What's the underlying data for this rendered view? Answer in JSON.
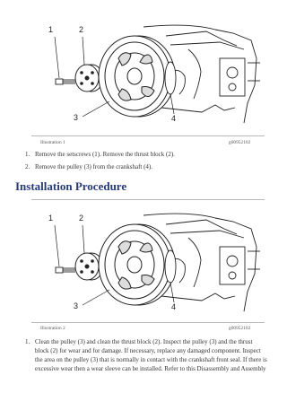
{
  "figure1": {
    "callouts": [
      "1",
      "2",
      "3",
      "4"
    ],
    "caption_left": "Illustration 1",
    "caption_right": "g00952102"
  },
  "removal_steps": [
    {
      "num": "1.",
      "text": "Remove the setscrews (1). Remove the thrust block (2)."
    },
    {
      "num": "2.",
      "text": "Remove the pulley (3) from the crankshaft (4)."
    }
  ],
  "section_heading": "Installation Procedure",
  "figure2": {
    "callouts": [
      "1",
      "2",
      "3",
      "4"
    ],
    "caption_left": "Illustration 2",
    "caption_right": "g00952102"
  },
  "installation_steps": [
    {
      "num": "1.",
      "lines": [
        "Clean the pulley (3) and clean the thrust block (2). Inspect the pulley (3) and the thrust",
        "block (2) for wear and for damage. If necessary, replace any damaged component. Inspect",
        "the area on the pulley (3) that is normally in contact with the crankshaft front seal. If there is",
        "excessive wear then a wear sleeve can be installed. Refer to this Disassembly and Assembly"
      ]
    }
  ]
}
